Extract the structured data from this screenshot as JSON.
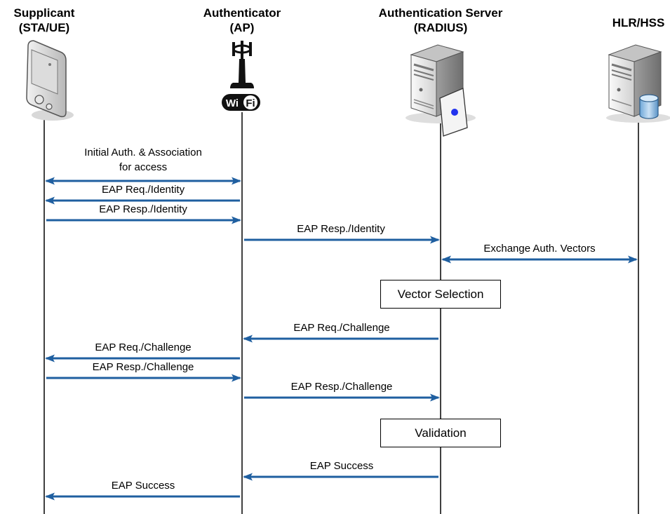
{
  "actors": [
    {
      "id": "supplicant",
      "line1": "Supplicant",
      "line2": "(STA/UE)",
      "icon": "pda-device-icon"
    },
    {
      "id": "authenticator",
      "line1": "Authenticator",
      "line2": "(AP)",
      "icon": "wifi-access-point-icon",
      "wifi_text_1": "Wi",
      "wifi_text_2": "Fi"
    },
    {
      "id": "auth-server",
      "line1": "Authentication Server",
      "line2": "(RADIUS)",
      "icon": "server-with-certificate-icon"
    },
    {
      "id": "hlr",
      "line1": "HLR/HSS",
      "line2": "",
      "icon": "server-with-database-icon"
    }
  ],
  "messages": [
    {
      "id": "initial-auth",
      "label_1": "Initial Auth. & Association",
      "label_2": "for access",
      "from": "supplicant",
      "to": "authenticator",
      "direction": "both"
    },
    {
      "id": "eap-req-identity",
      "label_1": "EAP Req./Identity",
      "from": "authenticator",
      "to": "supplicant",
      "direction": "left"
    },
    {
      "id": "eap-resp-identity-1",
      "label_1": "EAP Resp./Identity",
      "from": "supplicant",
      "to": "authenticator",
      "direction": "right"
    },
    {
      "id": "eap-resp-identity-2",
      "label_1": "EAP Resp./Identity",
      "from": "authenticator",
      "to": "auth-server",
      "direction": "right"
    },
    {
      "id": "exchange-vectors",
      "label_1": "Exchange Auth. Vectors",
      "from": "auth-server",
      "to": "hlr",
      "direction": "both"
    },
    {
      "id": "eap-req-challenge-1",
      "label_1": "EAP Req./Challenge",
      "from": "auth-server",
      "to": "authenticator",
      "direction": "left"
    },
    {
      "id": "eap-req-challenge-2",
      "label_1": "EAP Req./Challenge",
      "from": "authenticator",
      "to": "supplicant",
      "direction": "left"
    },
    {
      "id": "eap-resp-challenge-1",
      "label_1": "EAP Resp./Challenge",
      "from": "supplicant",
      "to": "authenticator",
      "direction": "right"
    },
    {
      "id": "eap-resp-challenge-2",
      "label_1": "EAP Resp./Challenge",
      "from": "authenticator",
      "to": "auth-server",
      "direction": "right"
    },
    {
      "id": "eap-success-1",
      "label_1": "EAP Success",
      "from": "auth-server",
      "to": "authenticator",
      "direction": "left"
    },
    {
      "id": "eap-success-2",
      "label_1": "EAP Success",
      "from": "authenticator",
      "to": "supplicant",
      "direction": "left"
    }
  ],
  "boxes": [
    {
      "id": "vector-selection",
      "label": "Vector Selection"
    },
    {
      "id": "validation",
      "label": "Validation"
    }
  ],
  "colors": {
    "arrow": "#1f5fa0",
    "lifeline": "#000000"
  }
}
